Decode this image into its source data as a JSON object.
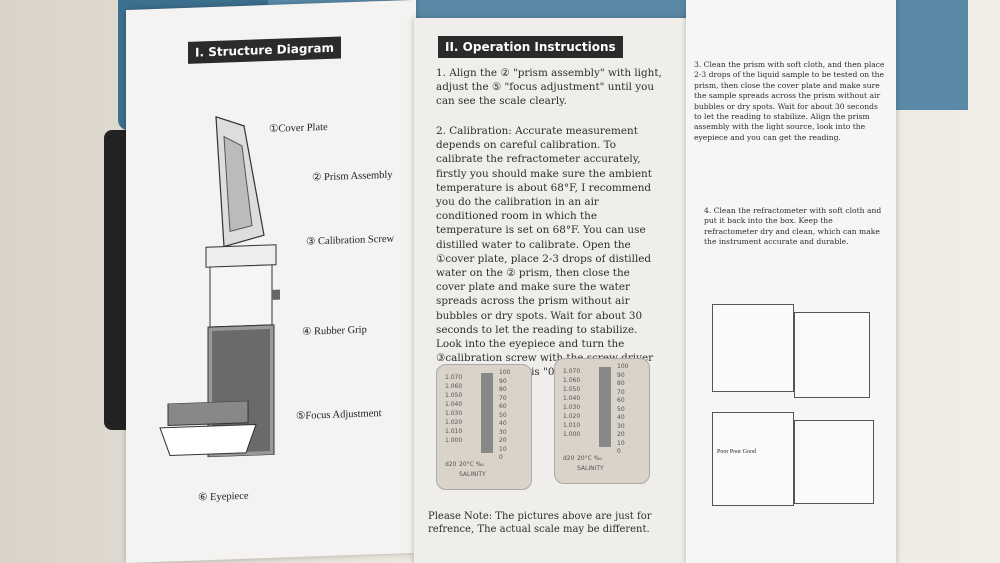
{
  "left_page": {
    "heading": "I. Structure Diagram",
    "parts": [
      "①Cover Plate",
      "② Prism Assembly",
      "③ Calibration Screw",
      "④ Rubber Grip",
      "⑤Focus Adjustment",
      "⑥ Eyepiece"
    ]
  },
  "middle_page": {
    "heading": "II. Operation Instructions",
    "step1": "1. Align the ② \"prism assembly\" with light, adjust the ⑤ \"focus adjustment\" until you can see the scale clearly.",
    "step2": "2. Calibration: Accurate measurement depends on careful calibration. To calibrate the refractometer accurately, firstly you should make sure the ambient temperature is about 68°F, I recommend you do the calibration in an air conditioned room in which the temperature is set on 68°F. You can use distilled water to calibrate. Open the ①cover plate, place 2-3 drops of distilled water on the ② prism, then close the cover plate and make sure the water spreads across the prism without air bubbles or dry spots. Wait for about 30 seconds to let the reading to stabilize. Look into the eyepiece and turn the ③calibration screw with the screw driver untill the reading is \"0\".",
    "scale_left": [
      "1.070",
      "1.060",
      "1.050",
      "1.040",
      "1.030",
      "1.020",
      "1.010",
      "1.000"
    ],
    "scale_right": [
      "100",
      "90",
      "80",
      "70",
      "60",
      "50",
      "40",
      "30",
      "20",
      "10",
      "0"
    ],
    "scale_footer": "20°C ‰",
    "scale_d": "d20",
    "scale_name": "SALINITY",
    "note": "Please Note: The pictures above are just for refrence, The actual scale may be different."
  },
  "right_page": {
    "step3": "3. Clean the prism with soft cloth, and then place 2-3 drops of the liquid sample to be tested on the prism, then close the cover plate and make sure the sample spreads across the prism without air bubbles or dry spots. Wait for about 30 seconds to let the reading to stabilize. Align the prism assembly with the light source, look into the eyepiece and you can get the reading.",
    "step4": "4. Clean the refractometer with soft cloth and put it back into the box. Keep the refractometer dry and clean, which can make the instrument accurate and durable.",
    "fig_labels": "Poor Poor Good"
  }
}
